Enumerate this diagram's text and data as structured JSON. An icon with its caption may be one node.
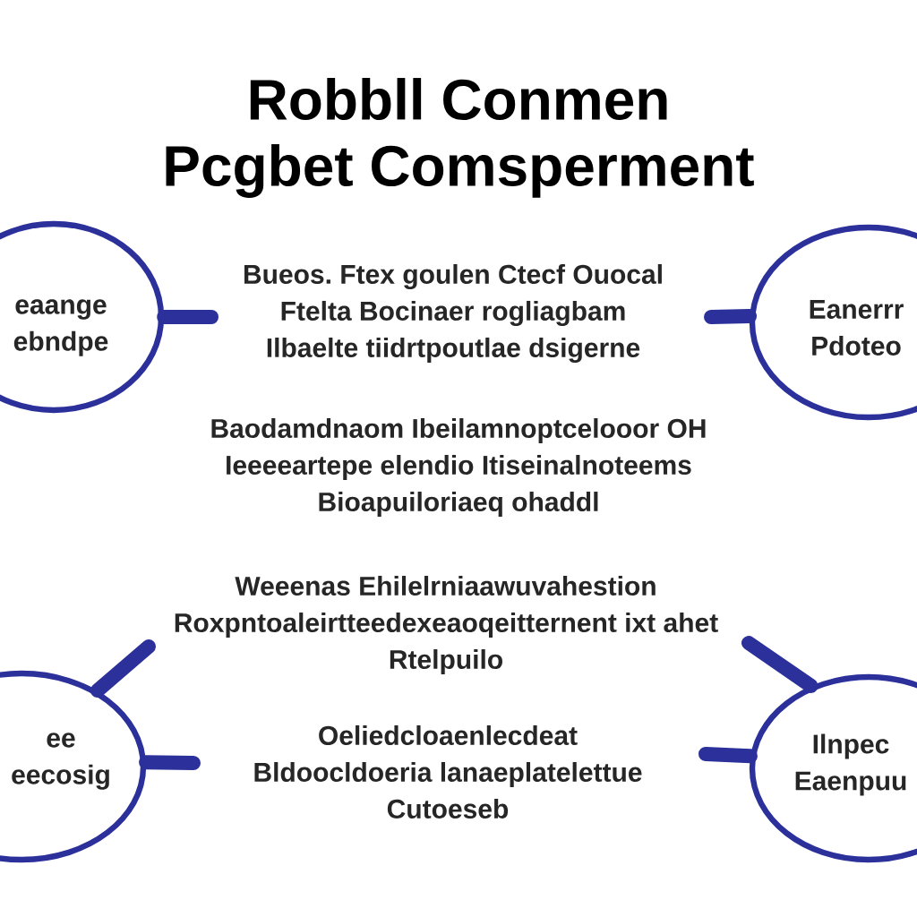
{
  "diagram": {
    "title": "Robbll Conmen Pcgbet Comsperment",
    "nodes": [
      {
        "text": [
          "eaange ebndpe"
        ]
      },
      {
        "text": [
          "Eanerrr Pdoteo"
        ]
      },
      {
        "text": [
          "ee eecosig"
        ]
      },
      {
        "text": [
          "Ilnpec Eaenpuu"
        ]
      }
    ],
    "edges": [
      {
        "from": 0,
        "to": null,
        "arrow": "none"
      },
      {
        "from": 1,
        "to": null,
        "arrow": "none"
      },
      {
        "from": 2,
        "to": null,
        "arrow": "none"
      },
      {
        "from": 2,
        "to": null,
        "arrow": "none"
      },
      {
        "from": 3,
        "to": null,
        "arrow": "none"
      },
      {
        "from": 3,
        "to": null,
        "arrow": "none"
      }
    ],
    "labels": [
      "Bueos. Ftex goulen Ctecf Ouocal Ftelta Bocinaer rogliagbam Ilbaelte tiidrtpoutlae dsigerne",
      "Baodamdnaom Ibeilamnoptcelooor OH Ieeeeartepe elendio Itiseinalnoteems Bioapuiloriaeq ohaddl",
      "Weeenas Ehilelrniaawuvahestion Roxpntoaleirtteedexeaoqeitternent ixt ahet Rtelpuilo",
      "Oeliedcloaenlecdeat Bldoocldoeria lanaeplatelettue Cutoeseb"
    ]
  }
}
